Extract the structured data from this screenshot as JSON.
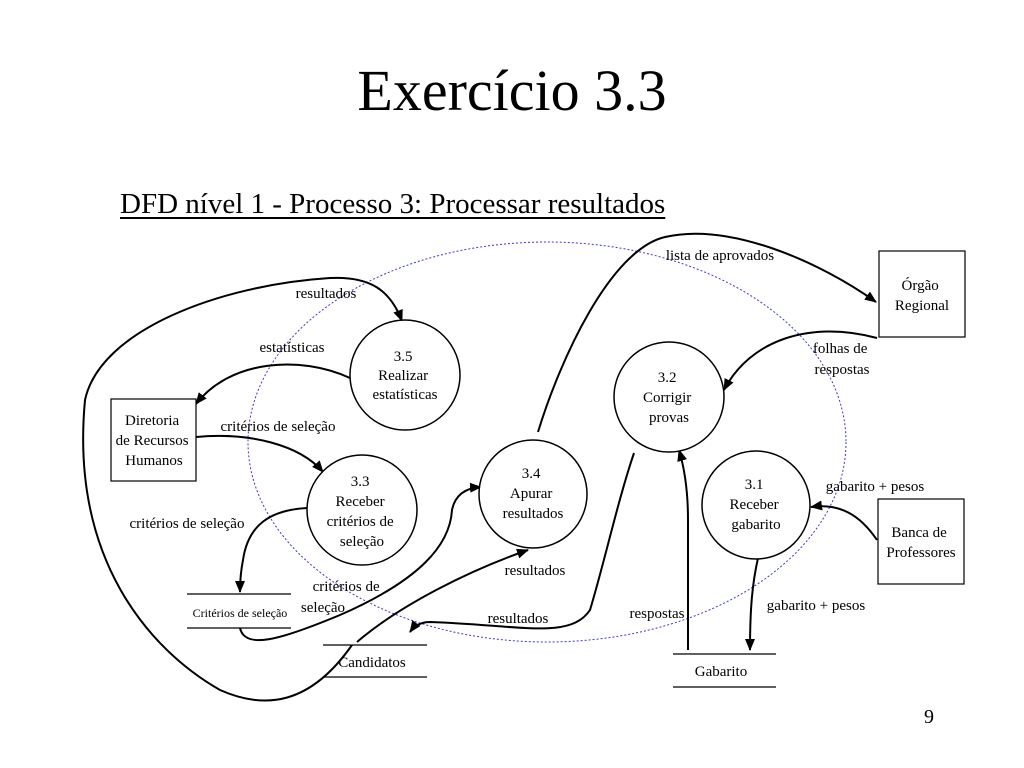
{
  "slide": {
    "title": "Exercício 3.3",
    "subtitle": "DFD nível 1 - Processo 3: Processar resultados",
    "page_number": "9"
  },
  "diagram": {
    "processes": [
      {
        "id": "p35",
        "lines": [
          "3.5",
          "Realizar",
          "estatísticas"
        ]
      },
      {
        "id": "p32",
        "lines": [
          "3.2",
          "Corrigir",
          "provas"
        ]
      },
      {
        "id": "p33",
        "lines": [
          "3.3",
          "Receber",
          "critérios de",
          "seleção"
        ]
      },
      {
        "id": "p34",
        "lines": [
          "3.4",
          "Apurar",
          "resultados"
        ]
      },
      {
        "id": "p31",
        "lines": [
          "3.1",
          "Receber",
          "gabarito"
        ]
      }
    ],
    "entities": [
      {
        "id": "e_orgao",
        "lines": [
          "Órgão",
          "Regional"
        ]
      },
      {
        "id": "e_diretoria",
        "lines": [
          "Diretoria",
          "de Recursos",
          "Humanos"
        ]
      },
      {
        "id": "e_banca",
        "lines": [
          "Banca de",
          "Professores"
        ]
      }
    ],
    "stores": [
      {
        "id": "s_criterios",
        "label": "Critérios de seleção"
      },
      {
        "id": "s_candidatos",
        "label": "Candidatos"
      },
      {
        "id": "s_gabarito",
        "label": "Gabarito"
      }
    ],
    "flows": [
      {
        "id": "f_lista",
        "lines": [
          "lista de aprovados"
        ]
      },
      {
        "id": "f_resultados_top",
        "lines": [
          "resultados"
        ]
      },
      {
        "id": "f_estatisticas",
        "lines": [
          "estatísticas"
        ]
      },
      {
        "id": "f_folhas",
        "lines": [
          "folhas de",
          "respostas"
        ]
      },
      {
        "id": "f_criterios_dir",
        "lines": [
          "critérios de seleção"
        ]
      },
      {
        "id": "f_gabarito_pesos_1",
        "lines": [
          "gabarito + pesos"
        ]
      },
      {
        "id": "f_criterios_left",
        "lines": [
          "critérios de seleção"
        ]
      },
      {
        "id": "f_resultados_34",
        "lines": [
          "resultados"
        ]
      },
      {
        "id": "f_criterios_store",
        "lines": [
          "critérios de",
          "seleção"
        ]
      },
      {
        "id": "f_gabarito_pesos_2",
        "lines": [
          "gabarito + pesos"
        ]
      },
      {
        "id": "f_resultados_bottom",
        "lines": [
          "resultados"
        ]
      },
      {
        "id": "f_respostas",
        "lines": [
          "respostas"
        ]
      }
    ]
  }
}
